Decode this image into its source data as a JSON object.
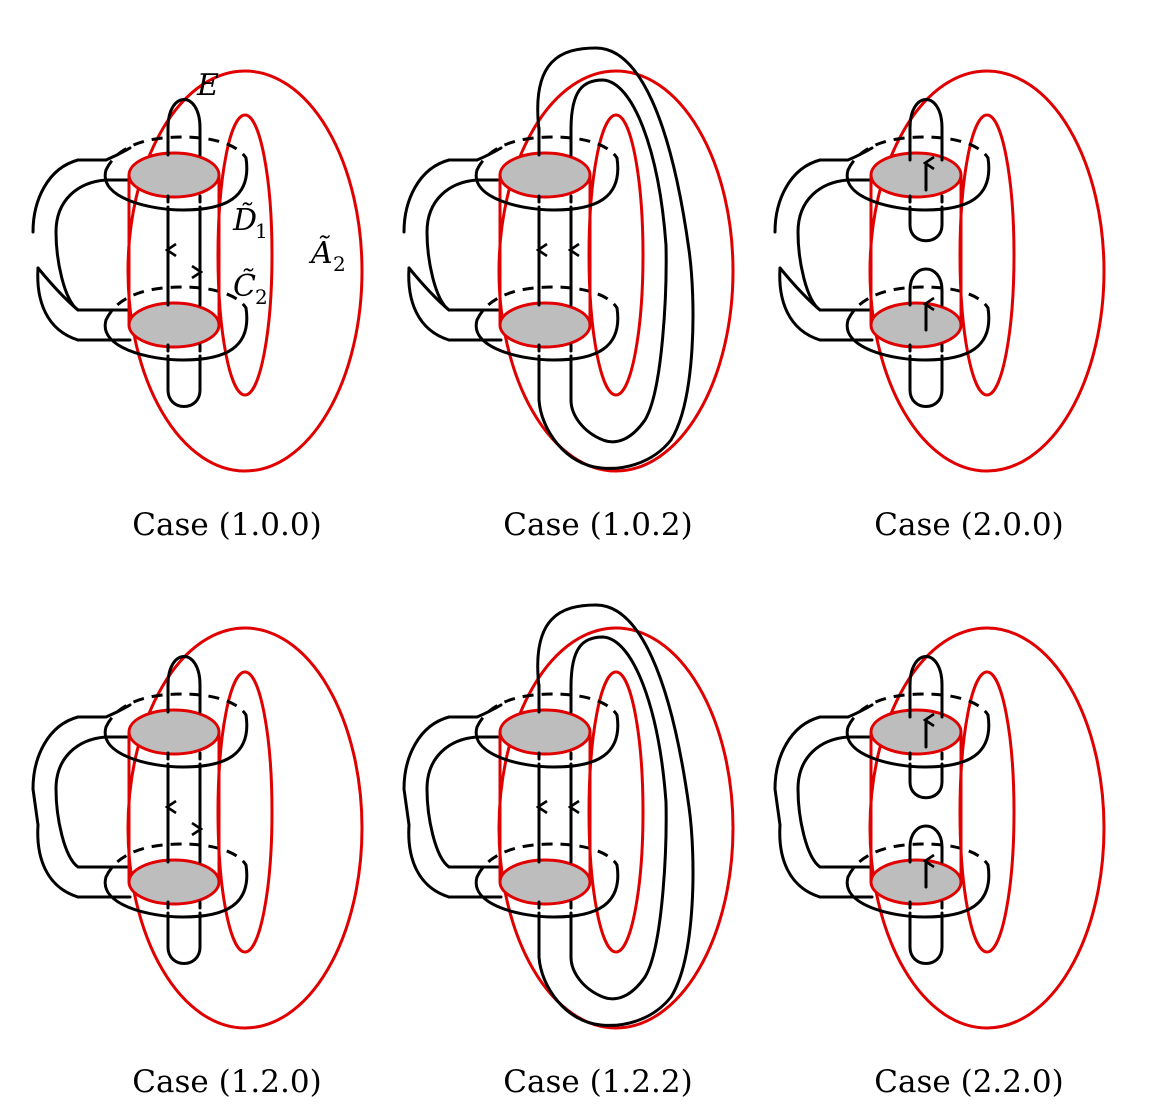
{
  "colors": {
    "surface": "#e00000",
    "strand": "#000000",
    "disk": "#bdbdbd"
  },
  "labels": {
    "E": "E",
    "D": "D̃",
    "D_sub": "1",
    "C": "C̃",
    "C_sub": "2",
    "A": "Ã",
    "A_sub": "2"
  },
  "panels": [
    {
      "caption": "Case (1.0.0)",
      "top": "arc",
      "bottom": "arc",
      "middle": "opposite",
      "left": "broken"
    },
    {
      "caption": "Case (1.0.2)",
      "top": "wrap",
      "bottom": "wrap",
      "middle": "same",
      "left": "broken"
    },
    {
      "caption": "Case (2.0.0)",
      "top": "arc",
      "bottom": "arc",
      "middle": "split",
      "left": "broken"
    },
    {
      "caption": "Case (1.2.0)",
      "top": "arc",
      "bottom": "arc",
      "middle": "opposite",
      "left": "solid"
    },
    {
      "caption": "Case (1.2.2)",
      "top": "wrap",
      "bottom": "wrap",
      "middle": "same",
      "left": "solid"
    },
    {
      "caption": "Case (2.2.0)",
      "top": "arc",
      "bottom": "arc",
      "middle": "split",
      "left": "solid"
    }
  ]
}
